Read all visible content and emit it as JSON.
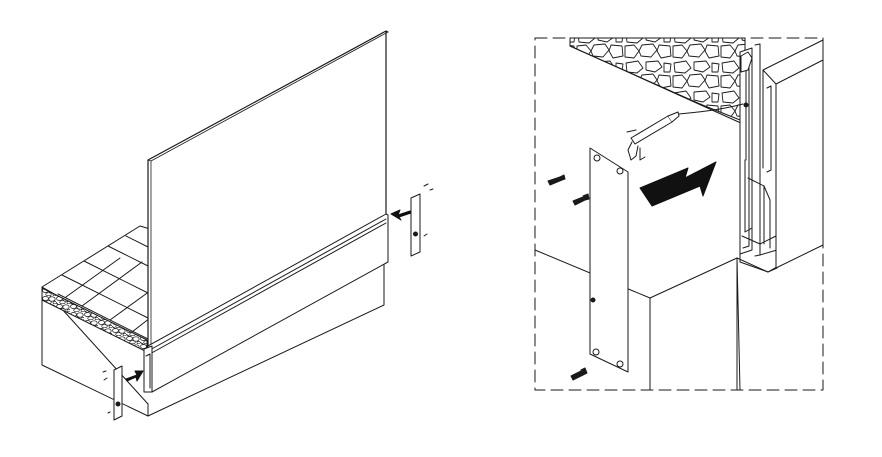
{
  "diagram": {
    "panels": [
      {
        "id": "overview",
        "subject": "glass-panel-on-base-channel",
        "parts": [
          "glass-panel",
          "base-channel-profile",
          "end-cap-plate",
          "floor-tiles",
          "gravel-bed",
          "slab-block",
          "insert-arrow"
        ]
      },
      {
        "id": "detail",
        "subject": "end-cap-mounting-detail",
        "framed_by": "dashed-border",
        "parts": [
          "end-cap-plate",
          "fixing-screw",
          "sealant-gun",
          "insert-arrow",
          "channel-profile",
          "glass-edge",
          "stone-wall"
        ]
      }
    ],
    "colors": {
      "stroke": "#1a1a1a",
      "fill": "#ffffff",
      "arrow": "#111111"
    }
  }
}
